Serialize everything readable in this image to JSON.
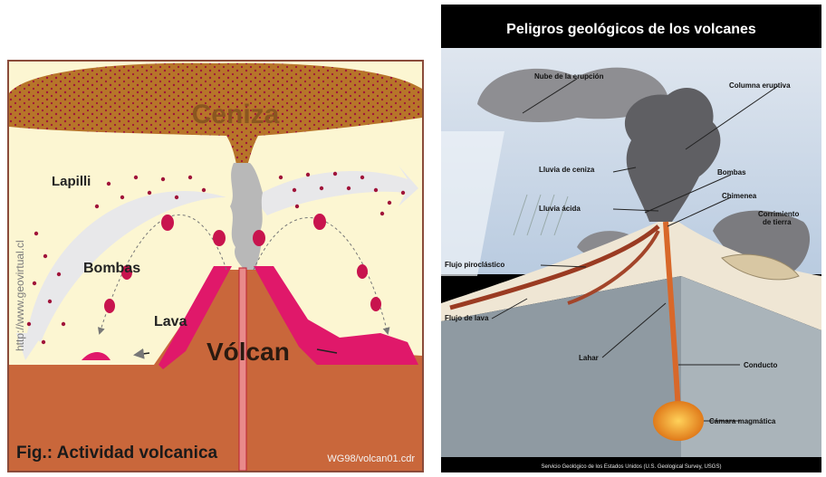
{
  "left_diagram": {
    "cloud_label": "Ceniza",
    "lapilli_label": "Lapilli",
    "bombs_label": "Bombas",
    "lava_label": "Lava",
    "volcano_label": "Vólcan",
    "website_watermark": "http://www.geovirtual.cl",
    "caption": "Fig.: Actividad volcanica",
    "file_ref": "WG98/volcan01.cdr",
    "colors": {
      "ash": "#b7752a",
      "ash_dots": "#a0143a",
      "lava": "#e0186a",
      "ground": "#c9673b",
      "sky": "#fcf6d2"
    }
  },
  "right_diagram": {
    "title": "Peligros geológicos de los volcanes",
    "labels": {
      "eruption_cloud": "Nube de la erupción",
      "eruptive_column": "Columna eruptiva",
      "ash_rain": "Lluvia de ceniza",
      "bombs": "Bombas",
      "acid_rain": "Lluvia ácida",
      "chimney": "Chimenea",
      "landslide_line1": "Corrimiento",
      "landslide_line2": "de tierra",
      "pyroclastic_flow": "Flujo piroclástico",
      "lava_flow": "Flujo de lava",
      "lahar": "Lahar",
      "conduit": "Conducto",
      "magma_chamber": "Cámara magmática"
    },
    "source": "Servicio Geológico de los Estados Unidos (U.S. Geological Survey, USGS)"
  }
}
